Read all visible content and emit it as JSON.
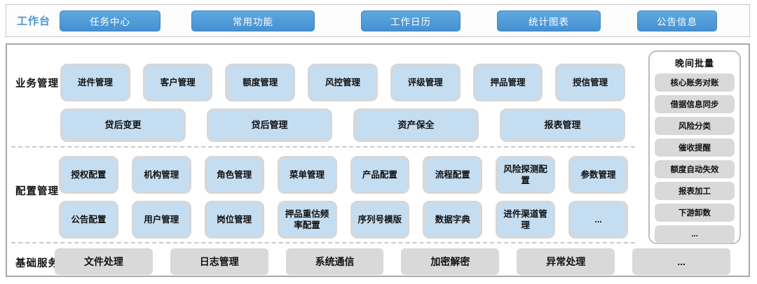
{
  "topbar": {
    "label": "工作台",
    "buttons": [
      "任务中心",
      "常用功能",
      "工作日历",
      "统计图表",
      "公告信息"
    ]
  },
  "sections": {
    "business": {
      "label": "业务管理",
      "row1": [
        "进件管理",
        "客户管理",
        "额度管理",
        "风控管理",
        "评级管理",
        "押品管理",
        "授信管理"
      ],
      "row2": [
        "贷后变更",
        "贷后管理",
        "资产保全",
        "报表管理"
      ]
    },
    "config": {
      "label": "配置管理",
      "row1": [
        "授权配置",
        "机构管理",
        "角色管理",
        "菜单管理",
        "产品配置",
        "流程配置",
        "风险探测配置",
        "参数管理"
      ],
      "row2": [
        "公告配置",
        "用户管理",
        "岗位管理",
        "押品重估频率配置",
        "序列号模版",
        "数据字典",
        "进件渠道管理",
        "..."
      ]
    },
    "base": {
      "label": "基础服务",
      "items": [
        "文件处理",
        "日志管理",
        "系统通信",
        "加密解密",
        "异常处理",
        "..."
      ]
    }
  },
  "night_batch": {
    "title": "晚间批量",
    "items": [
      "核心账务对账",
      "借据信息同步",
      "风险分类",
      "催收提醒",
      "额度自动失效",
      "报表加工",
      "下游卸数",
      "..."
    ]
  },
  "colors": {
    "accent_blue": "#4690d0",
    "tile_blue": "#c5ddf1",
    "tile_gray": "#d9d9d9"
  }
}
